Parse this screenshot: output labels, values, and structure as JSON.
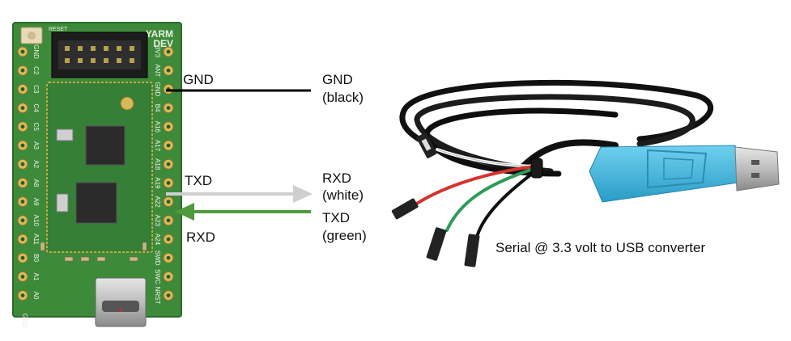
{
  "board": {
    "silk_title_line1": "YARM",
    "silk_title_line2": "DEV",
    "silk_reset": "RESET",
    "silk_gnd_bottom": "GND",
    "left_pins": [
      "GND",
      "C2",
      "C3",
      "C4",
      "C5",
      "A3",
      "A2",
      "A8",
      "A9",
      "A10",
      "A11",
      "B0",
      "A1",
      "A0"
    ],
    "right_pins": [
      "3V3",
      "ANT",
      "GND",
      "B4",
      "A16",
      "A17",
      "A18",
      "A19",
      "A22",
      "A23",
      "A24",
      "SWD",
      "SWC",
      "NRST"
    ]
  },
  "wiring": {
    "board_gnd_label": "GND",
    "board_txd_label": "TXD",
    "board_rxd_label": "RXD",
    "cable_gnd_label": "GND",
    "cable_gnd_color_label": "(black)",
    "cable_rxd_label": "RXD",
    "cable_rxd_color_label": "(white)",
    "cable_txd_label": "TXD",
    "cable_txd_color_label": "(green)"
  },
  "converter": {
    "caption": "Serial @ 3.3 volt to USB converter"
  },
  "colors": {
    "pcb_green": "#3e8a3b",
    "pcb_dark": "#2b6a2e",
    "gold": "#d4b04a",
    "gnd_wire": "#000000",
    "txd_arrow": "#cfcfcf",
    "rxd_arrow": "#4f9a3c",
    "usb_blue": "#3fb3dc"
  }
}
